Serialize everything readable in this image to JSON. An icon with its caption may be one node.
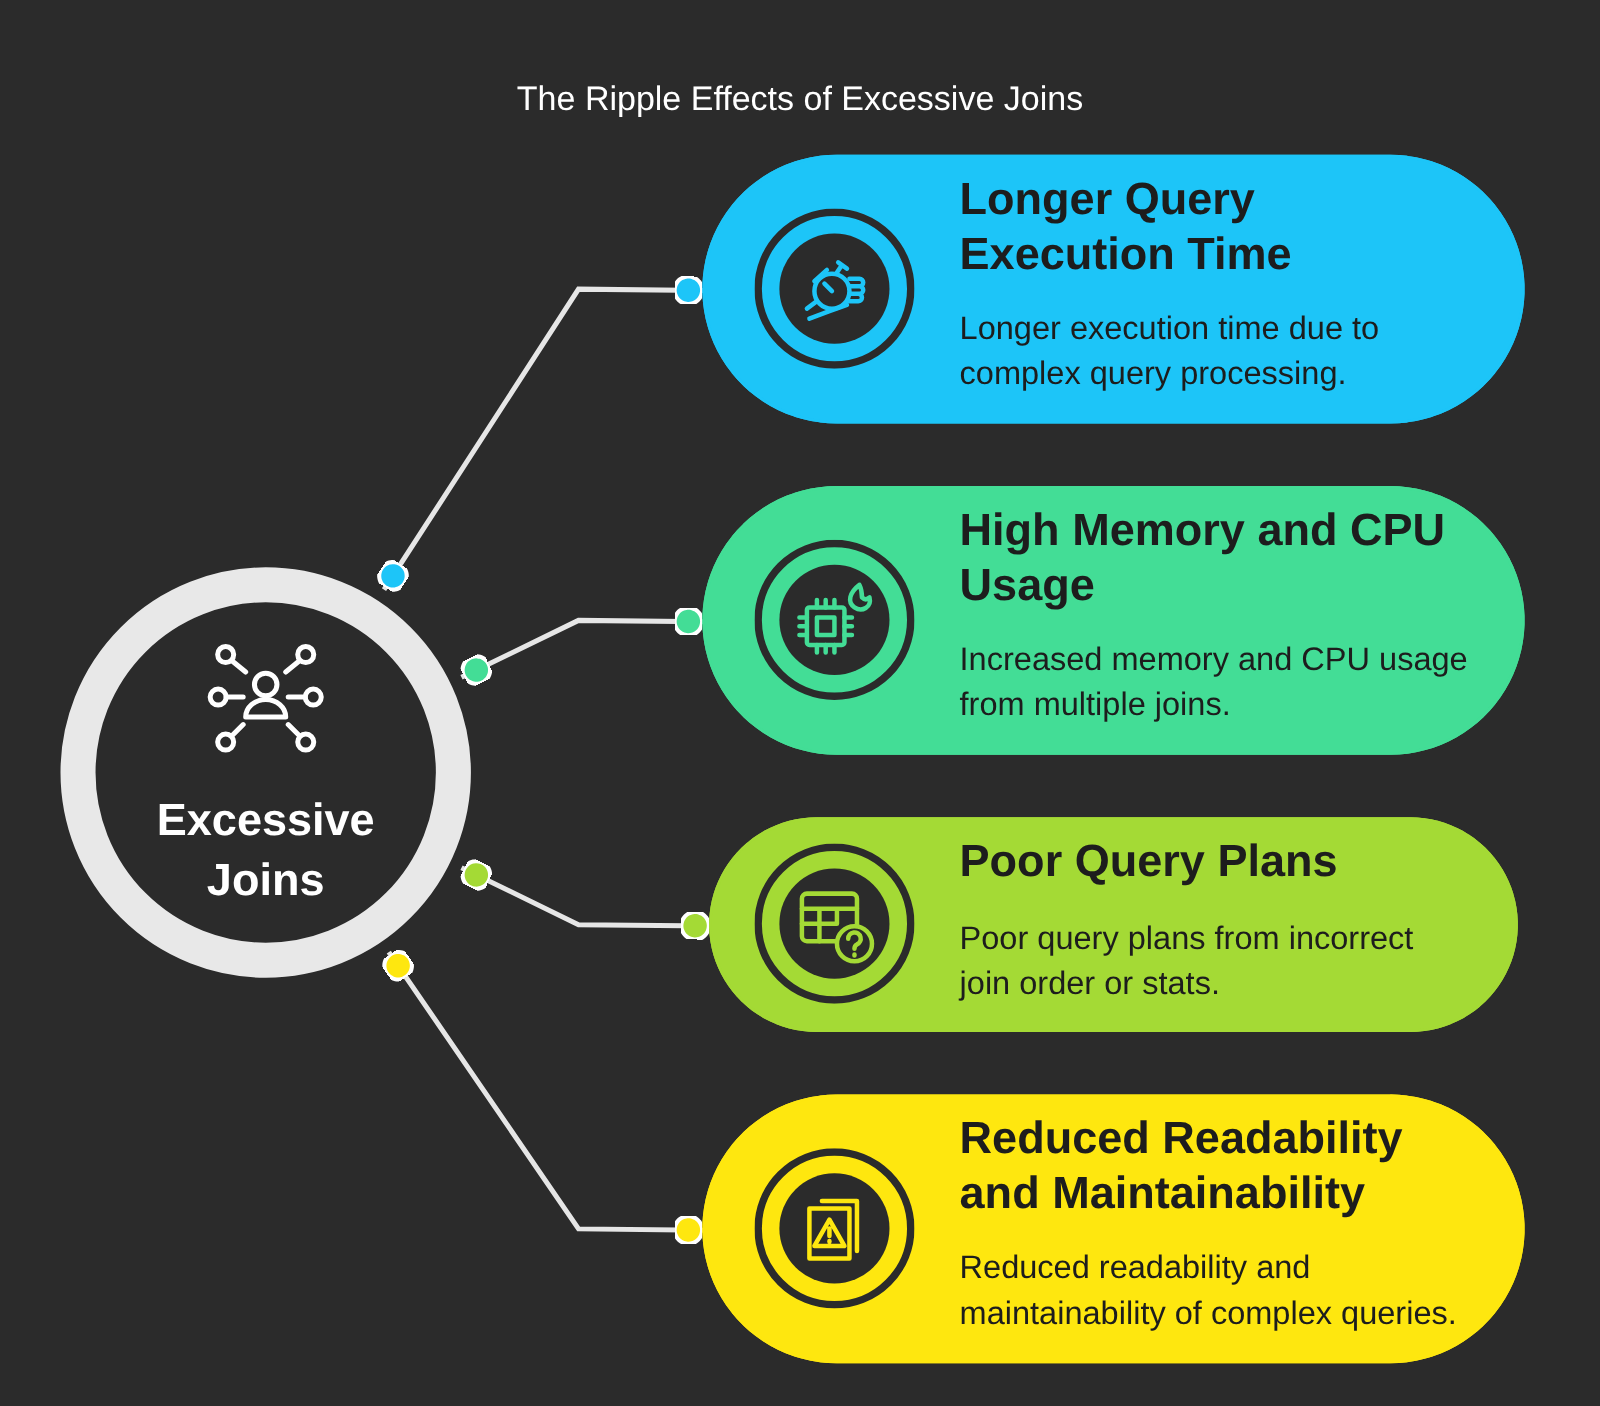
{
  "diagram": {
    "title": "The Ripple Effects of Excessive Joins",
    "nodes": [
      {
        "text": [
          "Excessive Joins"
        ]
      },
      {
        "text": [
          "Longer Query Execution Time",
          "Longer execution time due to complex query processing."
        ]
      },
      {
        "text": [
          "High Memory and CPU Usage",
          "Increased memory and CPU usage from multiple joins."
        ]
      },
      {
        "text": [
          "Poor Query Plans",
          "Poor query plans from incorrect join order or stats."
        ]
      },
      {
        "text": [
          "Reduced Readability and Maintainability",
          "Reduced readability and maintainability of complex queries."
        ]
      }
    ],
    "edges": [
      {
        "from": 0,
        "to": 1,
        "arrow": "other"
      },
      {
        "from": 0,
        "to": 2,
        "arrow": "other"
      },
      {
        "from": 0,
        "to": 3,
        "arrow": "other"
      },
      {
        "from": 0,
        "to": 4,
        "arrow": "other"
      }
    ]
  }
}
